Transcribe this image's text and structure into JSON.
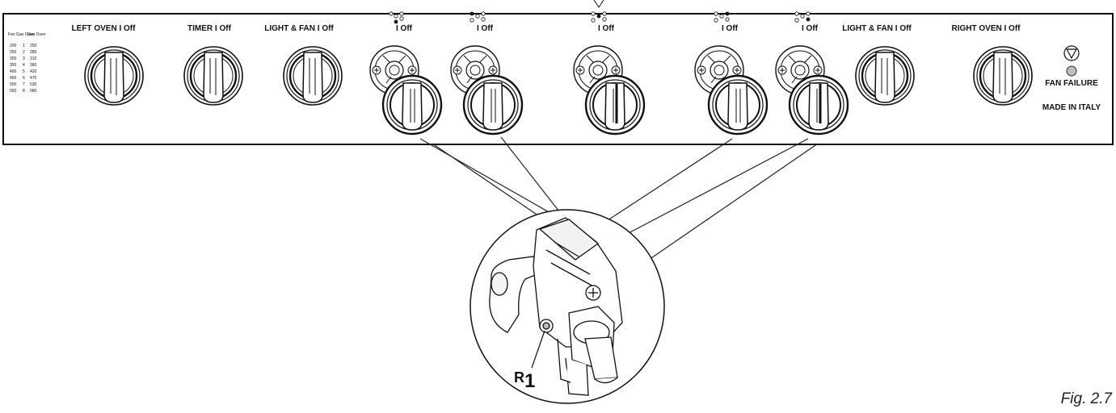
{
  "panel": {
    "conversion_table": {
      "headers": [
        "Fan Gas Oven",
        "Gas Oven"
      ],
      "rows": [
        [
          "200",
          "1",
          "250"
        ],
        [
          "250",
          "2",
          "285"
        ],
        [
          "300",
          "3",
          "310"
        ],
        [
          "350",
          "4",
          "360"
        ],
        [
          "400",
          "5",
          "420"
        ],
        [
          "450",
          "6",
          "475"
        ],
        [
          "500",
          "7",
          "530"
        ],
        [
          "550",
          "8",
          "580"
        ]
      ]
    },
    "labels": {
      "left_oven": "LEFT OVEN  I  Off",
      "timer": "TIMER  I  Off",
      "light_fan_left": "LIGHT & FAN  I  Off",
      "burner_1": "I  Off",
      "burner_2": "I  Off",
      "burner_3": "I  Off",
      "burner_4": "I  Off",
      "burner_5": "I  Off",
      "light_fan_right": "LIGHT & FAN  I  Off",
      "right_oven": "RIGHT OVEN  I  Off",
      "fan_failure": "FAN FAILURE",
      "made_in": "MADE IN ITALY"
    }
  },
  "callout": {
    "label_main": "R",
    "label_sub": "1"
  },
  "figure": {
    "caption": "Fig. 2.7"
  }
}
